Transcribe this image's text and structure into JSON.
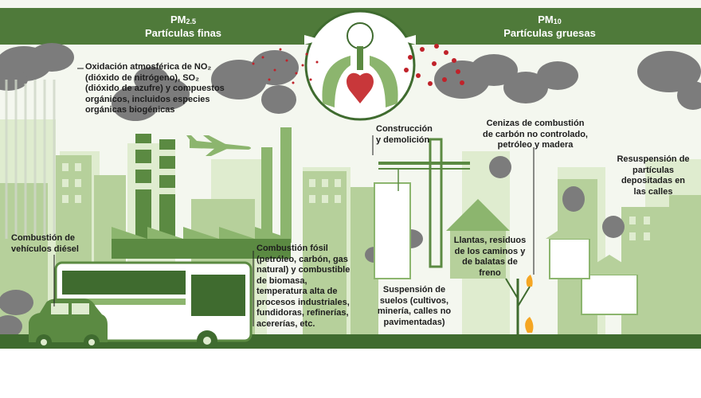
{
  "header": {
    "pm25_symbol": "PM",
    "pm25_sub": "2.5",
    "pm25_label": "Partículas finas",
    "pm10_symbol": "PM",
    "pm10_sub": "10",
    "pm10_label": "Partículas gruesas"
  },
  "labels": {
    "oxidacion_l1": "Oxidación atmosférica de NO₂",
    "oxidacion_l2": "(dióxido de nitrógeno), SO₂",
    "oxidacion_l3": "(dióxido de azufre) y compuestos",
    "oxidacion_l4": "orgánicos, incluidos especies",
    "oxidacion_l5": "orgánicas biogénicas",
    "construccion_l1": "Construcción",
    "construccion_l2": "y demolición",
    "cenizas_l1": "Cenizas de combustión",
    "cenizas_l2": "de carbón no controlado,",
    "cenizas_l3": "petróleo y madera",
    "resuspension_l1": "Resuspensión de",
    "resuspension_l2": "partículas",
    "resuspension_l3": "depositadas en",
    "resuspension_l4": "las calles",
    "vehiculos_l1": "Combustión de",
    "vehiculos_l2": "vehículos diésel",
    "fosil_l1": "Combustión fósil",
    "fosil_l2": "(petróleo, carbón, gas",
    "fosil_l3": "natural) y combustible",
    "fosil_l4": "de biomasa,",
    "fosil_l5": "temperatura alta de",
    "fosil_l6": "procesos industriales,",
    "fosil_l7": "fundidoras, refinerías,",
    "fosil_l8": "acererías, etc.",
    "llantas_l1": "Llantas, residuos",
    "llantas_l2": "de los caminos y",
    "llantas_l3": "de balatas de",
    "llantas_l4": "freno",
    "suelos_l1": "Suspensión de",
    "suelos_l2": "suelos (cultivos,",
    "suelos_l3": "minería, calles no",
    "suelos_l4": "pavimentadas)"
  },
  "colors": {
    "banner": "#4f7a3a",
    "ground": "#3f6b2f",
    "green_dark": "#5b8a42",
    "green_mid": "#8cb56e",
    "green_light": "#c8dcb4",
    "green_pale": "#dfeccf",
    "smoke": "#7c7c7c",
    "particle_red": "#c0222a",
    "heart_red": "#c8373a"
  }
}
